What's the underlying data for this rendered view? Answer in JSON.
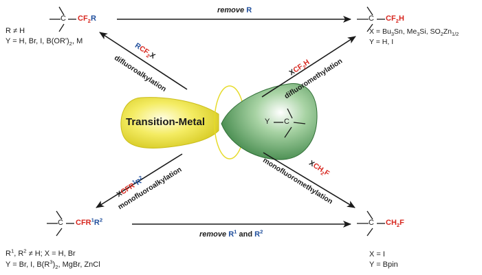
{
  "colors": {
    "red": "#d7261e",
    "blue": "#1f4e9c",
    "yellow": "#e6db2a",
    "green": "#3f8a47",
    "arrow": "#1a1a1a"
  },
  "center": {
    "metal_label": "Transition-Metal",
    "ligand_y": "Y",
    "ligand_c": "C"
  },
  "top_left": {
    "atom_c": "C",
    "group_main": "CF",
    "group_sub": "2",
    "group_tail": "R",
    "cond1": "R ≠ H",
    "cond2": "Y = H, Br, I, B(OR')",
    "cond2_sub": "2",
    "cond2_tail": ", M"
  },
  "top_right": {
    "atom_c": "C",
    "group_main": "CF",
    "group_sub": "2",
    "group_tail": "H",
    "cond1_pre": "X = Bu",
    "cond1_s1": "3",
    "cond1_mid": "Sn, Me",
    "cond1_s2": "3",
    "cond1_mid2": "Si, SO",
    "cond1_s3": "2",
    "cond1_mid3": "Zn",
    "cond1_s4": "1/2",
    "cond2": "Y = H, I"
  },
  "bottom_left": {
    "atom_c": "C",
    "group_main": "CFR",
    "sup1": "1",
    "group_r2": "R",
    "sup2": "2",
    "cond1_r1": "R",
    "cond1_s1": "1",
    "cond1_mid": ", R",
    "cond1_s2": "2",
    "cond1_tail": " ≠  H; X = H, Br",
    "cond2_pre": "Y = Br, I, B(R",
    "cond2_s": "3",
    "cond2_tail": ")",
    "cond2_s2": "2",
    "cond2_end": ", MgBr, ZnCl"
  },
  "bottom_right": {
    "atom_c": "C",
    "group_main": "CH",
    "group_sub": "2",
    "group_tail": "F",
    "cond1": "X = I",
    "cond2": "Y = Bpin"
  },
  "arrows": {
    "top_label_pre": "remove",
    "top_label_r": "R",
    "bottom_label_pre": "remove",
    "bottom_r1": "R",
    "bottom_s1": "1",
    "bottom_and": " and ",
    "bottom_r2": "R",
    "bottom_s2": "2"
  },
  "reagents": {
    "ul_r": "R",
    "ul_cf": "CF",
    "ul_s": "2",
    "ul_x": "X",
    "ur_x": "X",
    "ur_cf": "CF",
    "ur_s": "2",
    "ur_h": "H",
    "ll_x": "X",
    "ll_cf": "CFR",
    "ll_s1": "1",
    "ll_r": "R",
    "ll_s2": "2",
    "lr_x": "X",
    "lr_ch": "CH",
    "lr_s": "2",
    "lr_f": "F"
  },
  "reactions": {
    "difluoroalkylation": "difluoroalkylation",
    "difluoromethylation": "difluoromethylation",
    "monofluoroalkylation": "monofluoroalkylation",
    "monofluoromethylation": "monofluoromethylation"
  }
}
